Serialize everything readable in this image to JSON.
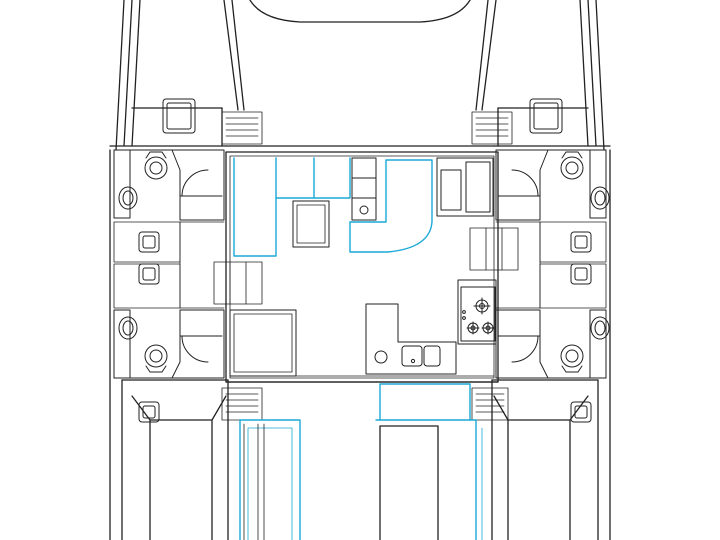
{
  "plan": {
    "type": "catamaran-deck-plan",
    "colors": {
      "line": "#222222",
      "grey": "#7a7a7a",
      "accent": "#1ba9d6",
      "background": "#ffffff"
    },
    "elements": [
      "port-hull",
      "starboard-hull",
      "port-aft-cabin",
      "port-forward-cabin",
      "starboard-aft-cabin",
      "starboard-forward-cabin",
      "port-heads",
      "starboard-heads",
      "saloon",
      "galley",
      "saloon-table",
      "cooktop",
      "sink",
      "chart-table",
      "companionway-steps",
      "forward-cockpit",
      "trampoline-deck",
      "hatches"
    ]
  }
}
